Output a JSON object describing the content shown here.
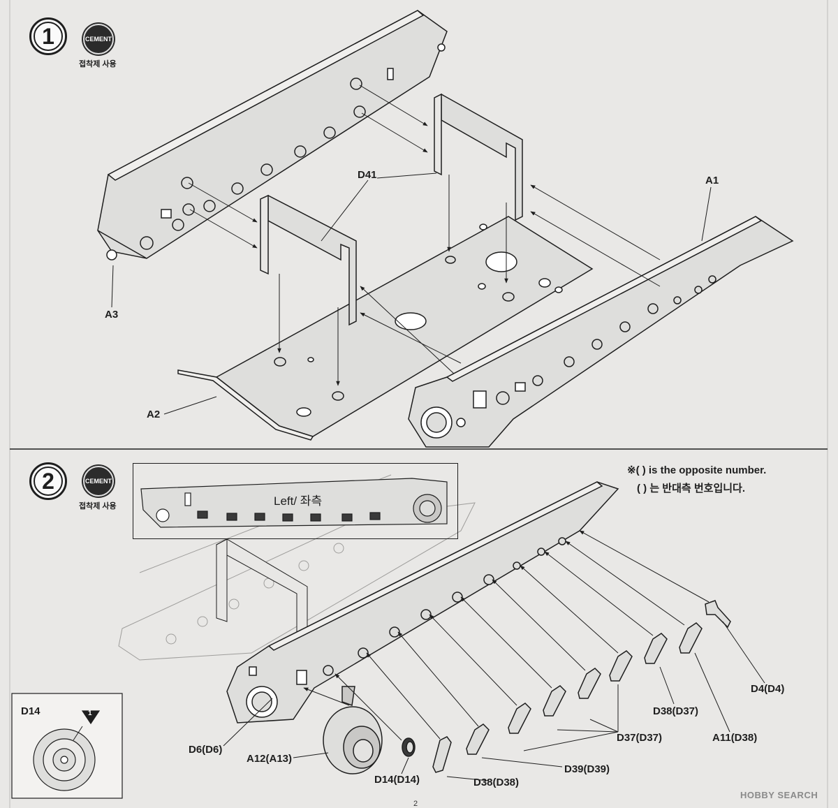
{
  "steps": [
    {
      "number": "1",
      "cement_label": "CEMENT",
      "cement_caption": "접착제 사용"
    },
    {
      "number": "2",
      "cement_label": "CEMENT",
      "cement_caption": "접착제 사용"
    }
  ],
  "step1_parts": {
    "d41": "D41",
    "a1": "A1",
    "a3": "A3",
    "a2": "A2"
  },
  "step2_note": {
    "line1": "※(   ) is the opposite number.",
    "line2": "(   ) 는 반대측 번호입니다."
  },
  "step2_inset": {
    "title": "Left/ 좌측"
  },
  "step2_parts": {
    "d4": "D4(D4)",
    "d38_top": "D38(D37)",
    "a11": "A11(D38)",
    "d37": "D37(D37)",
    "d39": "D39(D39)",
    "d38_bottom": "D38(D38)",
    "d14_paren": "D14(D14)",
    "a12": "A12(A13)",
    "d6": "D6(D6)"
  },
  "detail": {
    "part": "D14",
    "marker": "1"
  },
  "page_number": "2",
  "watermark": "HOBBY SEARCH",
  "colors": {
    "line": "#1e1e1e",
    "part_fill": "#dededc",
    "background": "#e9e8e6"
  }
}
